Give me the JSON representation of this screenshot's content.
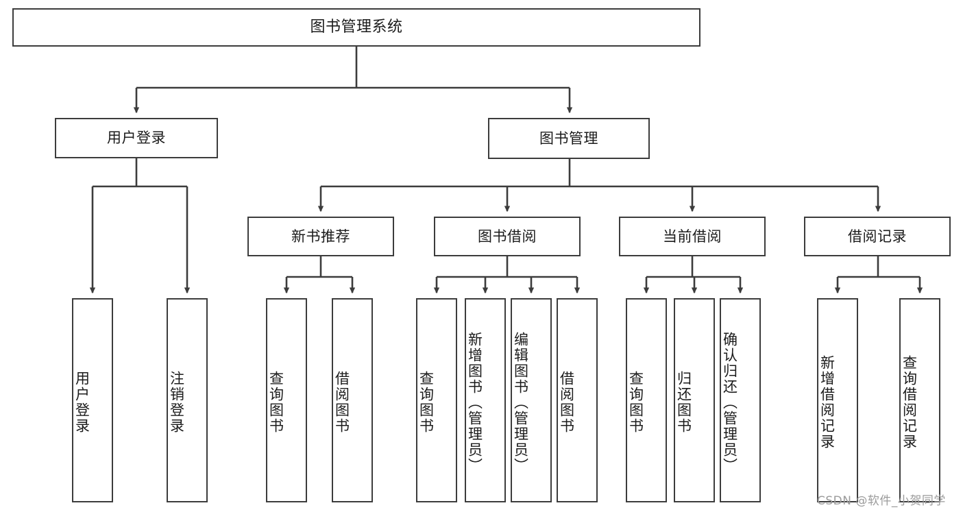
{
  "diagram": {
    "title": "图书管理系统",
    "type": "tree-hierarchy",
    "watermark": "CSDN @软件_小贺同学",
    "colors": {
      "box_border": "#3c3c3c",
      "box_fill": "#ffffff",
      "connector": "#3c3c3c",
      "text": "#1b1b1b",
      "watermark": "#9b9b9b"
    },
    "levels": {
      "root": "图书管理系统",
      "level2": [
        "用户登录",
        "图书管理"
      ],
      "level3": [
        "新书推荐",
        "图书借阅",
        "当前借阅",
        "借阅记录"
      ]
    },
    "nodes": {
      "root": {
        "label": "图书管理系统"
      },
      "user_login": {
        "label": "用户登录"
      },
      "book_manage": {
        "label": "图书管理"
      },
      "new_book_rec": {
        "label": "新书推荐"
      },
      "book_borrow": {
        "label": "图书借阅"
      },
      "current_borrow": {
        "label": "当前借阅"
      },
      "borrow_record": {
        "label": "借阅记录"
      },
      "leaf_user_login": {
        "label": "用户登录"
      },
      "leaf_logout": {
        "label": "注销登录"
      },
      "leaf_query_book_1": {
        "label": "查询图书"
      },
      "leaf_borrow_book_1": {
        "label": "借阅图书"
      },
      "leaf_query_book_2": {
        "label": "查询图书"
      },
      "leaf_add_book": {
        "label": "新增图书（管理员）"
      },
      "leaf_edit_book": {
        "label": "编辑图书（管理员）"
      },
      "leaf_borrow_book_2": {
        "label": "借阅图书"
      },
      "leaf_query_book_3": {
        "label": "查询图书"
      },
      "leaf_return_book": {
        "label": "归还图书"
      },
      "leaf_confirm_return": {
        "label": "确认归还（管理员）"
      },
      "leaf_add_record": {
        "label": "新增借阅记录"
      },
      "leaf_query_record": {
        "label": "查询借阅记录"
      }
    }
  }
}
